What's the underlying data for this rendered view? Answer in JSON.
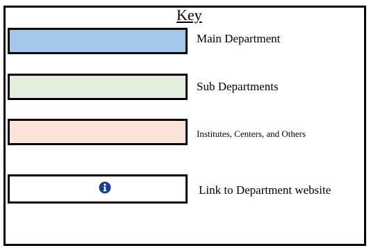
{
  "key": {
    "title": "Key",
    "items": [
      {
        "label": "Main Department",
        "color": "#a4c6ea"
      },
      {
        "label": "Sub Departments",
        "color": "#e3efdc"
      },
      {
        "label": "Institutes, Centers, and Others",
        "color": "#fde4db"
      },
      {
        "label": "Link to Department website",
        "icon": "info-icon",
        "icon_color": "#1a3d8f"
      }
    ]
  }
}
